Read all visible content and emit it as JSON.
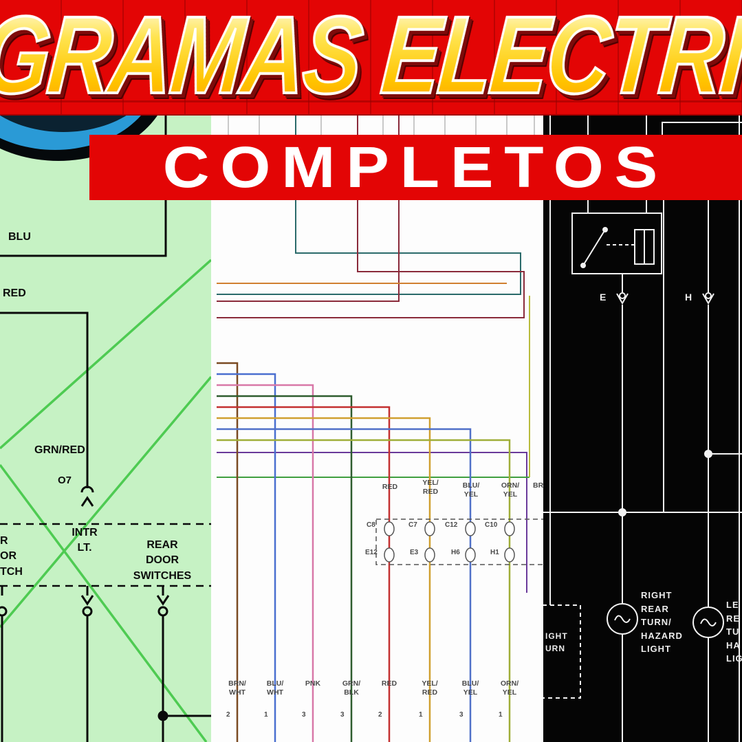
{
  "banner": {
    "title": "GRAMAS ELECTRIC",
    "subtitle": "COMPLETOS"
  },
  "left_panel": {
    "wire_blu": "BLU",
    "wire_red": "RED",
    "wire_grn_red": "GRN/RED",
    "connector_o7": "O7",
    "interior_light": [
      "INTR",
      "LT."
    ],
    "door_switch_partial": [
      "R",
      "OR",
      "TCH"
    ],
    "rear_door_switches": [
      "REAR",
      "DOOR",
      "SWITCHES"
    ]
  },
  "middle_panel": {
    "upper_wire_labels": [
      [
        "RED"
      ],
      [
        "YEL/",
        "RED"
      ],
      [
        "BLU/",
        "YEL"
      ],
      [
        "ORN/",
        "YEL"
      ],
      [
        "BR"
      ]
    ],
    "connector_top_labels": [
      "C8",
      "C7",
      "C12",
      "C10"
    ],
    "connector_bottom_labels": [
      "E12",
      "E3",
      "H6",
      "H1"
    ],
    "bottom_wire_labels": [
      [
        "BRN/",
        "WHT"
      ],
      [
        "BLU/",
        "WHT"
      ],
      [
        "PNK"
      ],
      [
        "GRN/",
        "BLK"
      ],
      [
        "RED"
      ],
      [
        "YEL/",
        "RED"
      ],
      [
        "BLU/",
        "YEL"
      ],
      [
        "ORN/",
        "YEL"
      ]
    ],
    "pin_numbers": [
      "2",
      "1",
      "3",
      "3",
      "2",
      "1",
      "3",
      "1"
    ]
  },
  "right_panel": {
    "terminal_e": "E",
    "terminal_h": "H",
    "right_rear_lamp_label": [
      "RIGHT",
      "REAR",
      "TURN/",
      "HAZARD",
      "LIGHT"
    ],
    "left_rear_lamp_label_partial": [
      "LE",
      "RE",
      "TU",
      "HA",
      "LIG"
    ],
    "turn_signal_box_partial": [
      "IGHT",
      "URN"
    ]
  }
}
